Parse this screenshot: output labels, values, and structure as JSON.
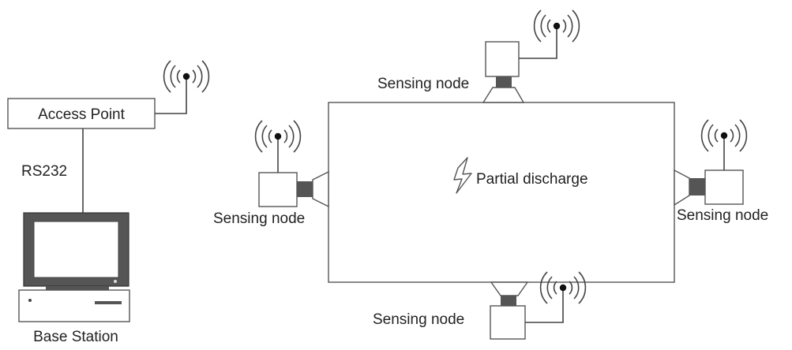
{
  "labels": {
    "access_point": "Access Point",
    "rs232": "RS232",
    "base_station": "Base Station",
    "sensing_node": "Sensing node",
    "partial_discharge": "Partial discharge"
  },
  "icons": {
    "antenna": "antenna-icon",
    "lightning": "lightning-icon",
    "acoustic_sensor": "acoustic-sensor-icon",
    "monitor": "monitor-icon",
    "computer": "computer-icon"
  }
}
